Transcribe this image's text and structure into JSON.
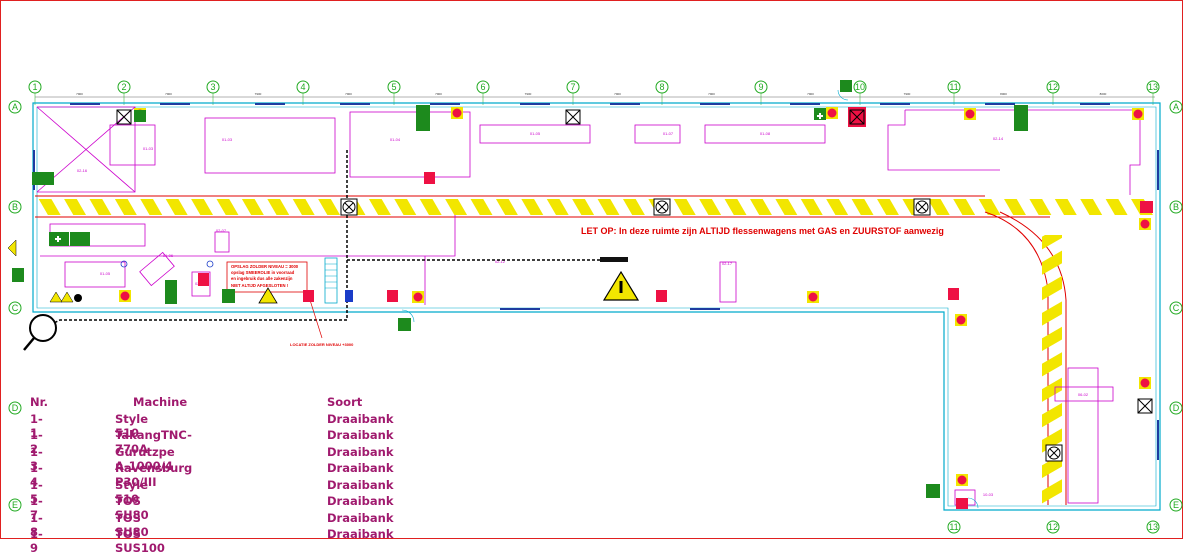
{
  "grid": {
    "columns": [
      "1",
      "2",
      "3",
      "4",
      "5",
      "6",
      "7",
      "8",
      "9",
      "10",
      "11",
      "12",
      "13"
    ],
    "rows": [
      "A",
      "B",
      "C",
      "D",
      "E"
    ],
    "bottom_columns": [
      "11",
      "12",
      "13"
    ]
  },
  "dimensions": [
    "7900",
    "7900",
    "7900",
    "7900",
    "7900",
    "7900",
    "7900",
    "7900",
    "7900",
    "7900",
    "8000",
    "8000"
  ],
  "rooms": [
    "01-03",
    "01-03",
    "01-04",
    "01-05",
    "01-07",
    "01-08",
    "02-14",
    "02-16",
    "01-02",
    "01-05",
    "01-06",
    "02-07",
    "02-11",
    "02-12",
    "02-17",
    "06-02",
    "10-03"
  ],
  "notice": "LET OP: In deze ruimte zijn ALTIJD flessenwagens met GAS en ZUURSTOF aanwezig",
  "storage_note": [
    "OPSLAG ZOLDER NIVEAU = 3000",
    "opslag SMEEROLIE in voorraad",
    "en ingebruik  dus alle zakenzijn",
    "NIET ALTIJD AFGESLOTEN !"
  ],
  "location_note": "LOCATIE ZOLDER NIVEAU +3000",
  "legend": {
    "headers": [
      "Nr.",
      "Machine",
      "Soort"
    ],
    "rows": [
      {
        "nr": "1-1",
        "machine": "Style 510",
        "soort": "Draaibank"
      },
      {
        "nr": "1-2",
        "machine": "TakangTNC-770A",
        "soort": "Draaibank"
      },
      {
        "nr": "1-3",
        "machine": "Gurutzpe A-1000/4",
        "soort": "Draaibank"
      },
      {
        "nr": "1-4",
        "machine": "Ravensburg P30/III",
        "soort": "Draaibank"
      },
      {
        "nr": "1-5",
        "machine": "Style 510",
        "soort": "Draaibank"
      },
      {
        "nr": "1-7",
        "machine": "TOS SU80",
        "soort": "Draaibank"
      },
      {
        "nr": "1-8",
        "machine": "TOS SU80",
        "soort": "Draaibank"
      },
      {
        "nr": "1-9",
        "machine": "TOS SUS100",
        "soort": "Draaibank"
      }
    ]
  },
  "colors": {
    "border": "#e02020",
    "grid": "#22aa22",
    "wall": "#00aacc",
    "machine": "#cc00cc",
    "hazard_yellow": "#f2e600",
    "route_red": "#e00000",
    "exit_green": "#1d8a1d",
    "extinguisher": "#ee1144",
    "legend_text": "#a01a6e"
  }
}
